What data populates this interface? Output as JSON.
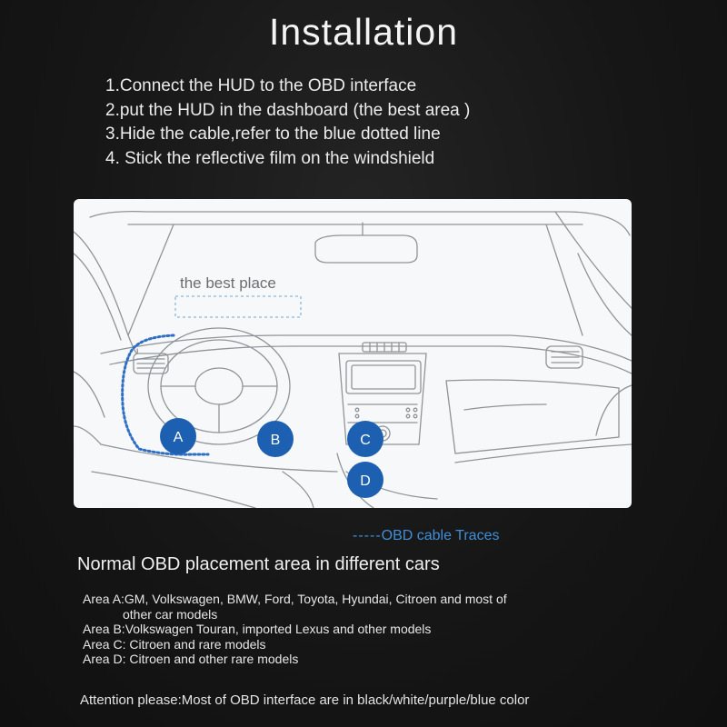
{
  "title": "Installation",
  "steps": [
    "1.Connect the HUD to the OBD interface",
    "2.put the HUD in the dashboard (the best area )",
    "3.Hide the cable,refer to the blue dotted line",
    "4. Stick the reflective film on the windshield"
  ],
  "diagram": {
    "best_place_label": "the best place",
    "markers": [
      "A",
      "B",
      "C",
      "D"
    ],
    "marker_color": "#1d5fb0",
    "trace_color": "#2f6fc4"
  },
  "legend": {
    "dashes": "-----",
    "label": "OBD cable Traces",
    "color": "#3f8fd8"
  },
  "subtitle": "Normal OBD placement area in different cars",
  "areas": {
    "a_line1": "Area A:GM, Volkswagen, BMW, Ford, Toyota, Hyundai, Citroen and most of",
    "a_line2": "other car models",
    "b": "Area B:Volkswagen Touran, imported Lexus and other models",
    "c": "Area C: Citroen and rare models",
    "d": "Area D: Citroen and other rare models"
  },
  "attention": "Attention please:Most of OBD interface are in black/white/purple/blue color"
}
